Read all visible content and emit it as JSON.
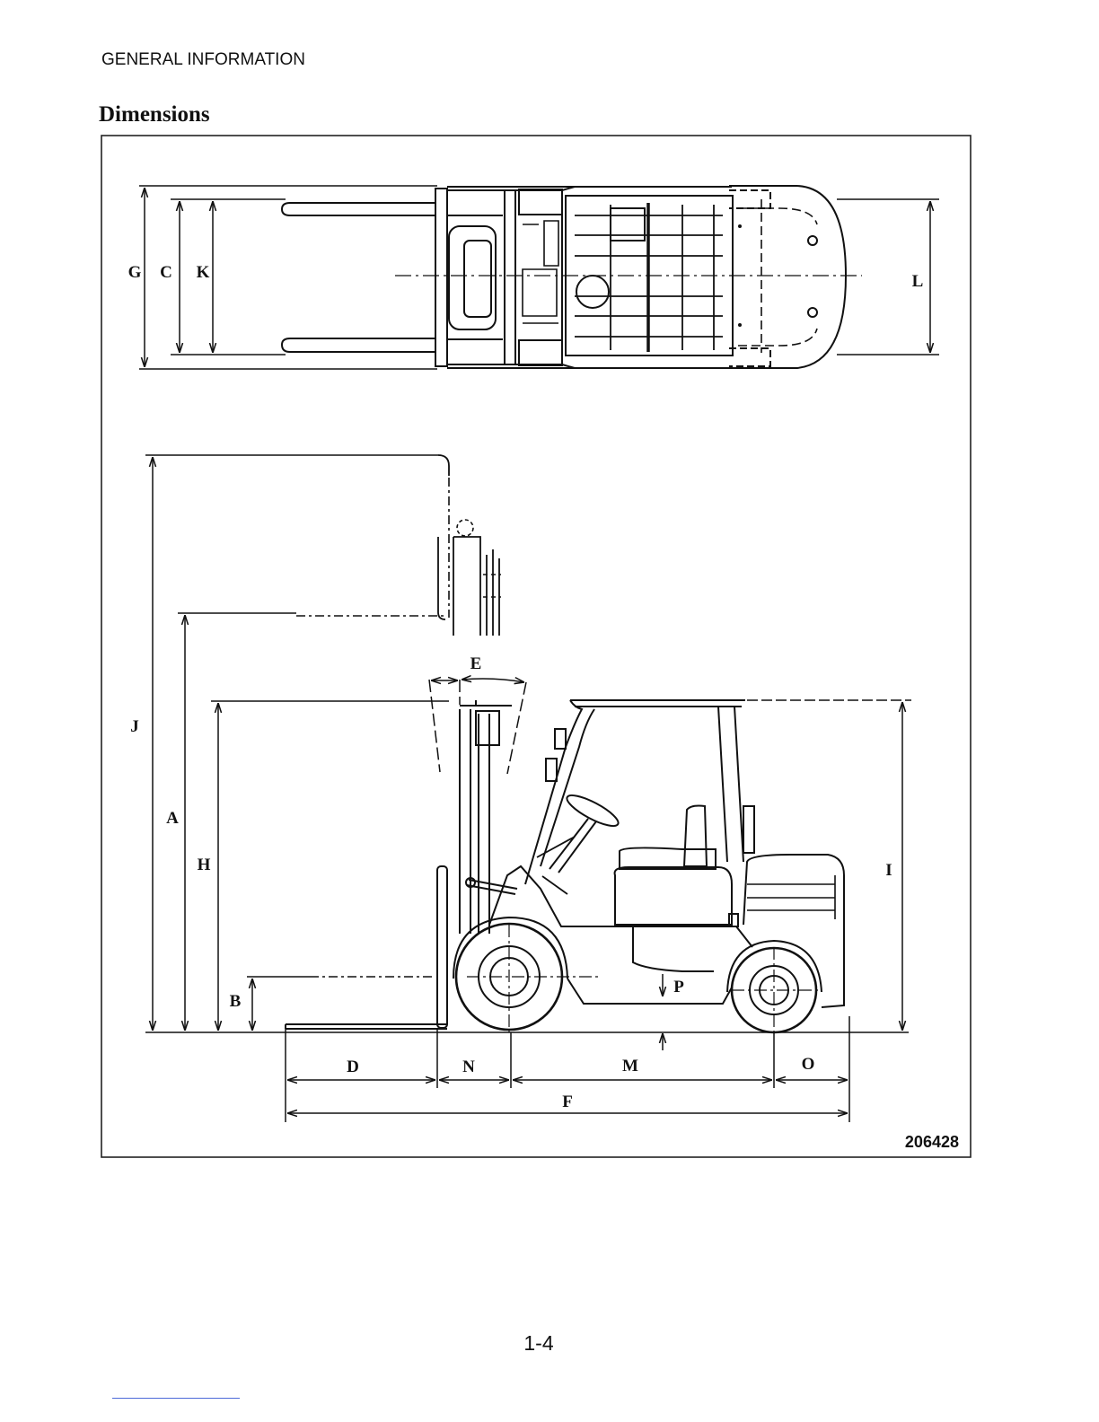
{
  "page": {
    "header": "GENERAL INFORMATION",
    "title": "Dimensions",
    "page_number": "1-4"
  },
  "figure": {
    "figure_number": "206428",
    "dimension_labels": {
      "g": "G",
      "c": "C",
      "k": "K",
      "l": "L",
      "e": "E",
      "j": "J",
      "a": "A",
      "h": "H",
      "b": "B",
      "i": "I",
      "p": "P",
      "d": "D",
      "n": "N",
      "m": "M",
      "o": "O",
      "f": "F"
    }
  },
  "colors": {
    "ink": "#111111",
    "paper": "#ffffff",
    "link_underline": "#4c6ad8"
  }
}
